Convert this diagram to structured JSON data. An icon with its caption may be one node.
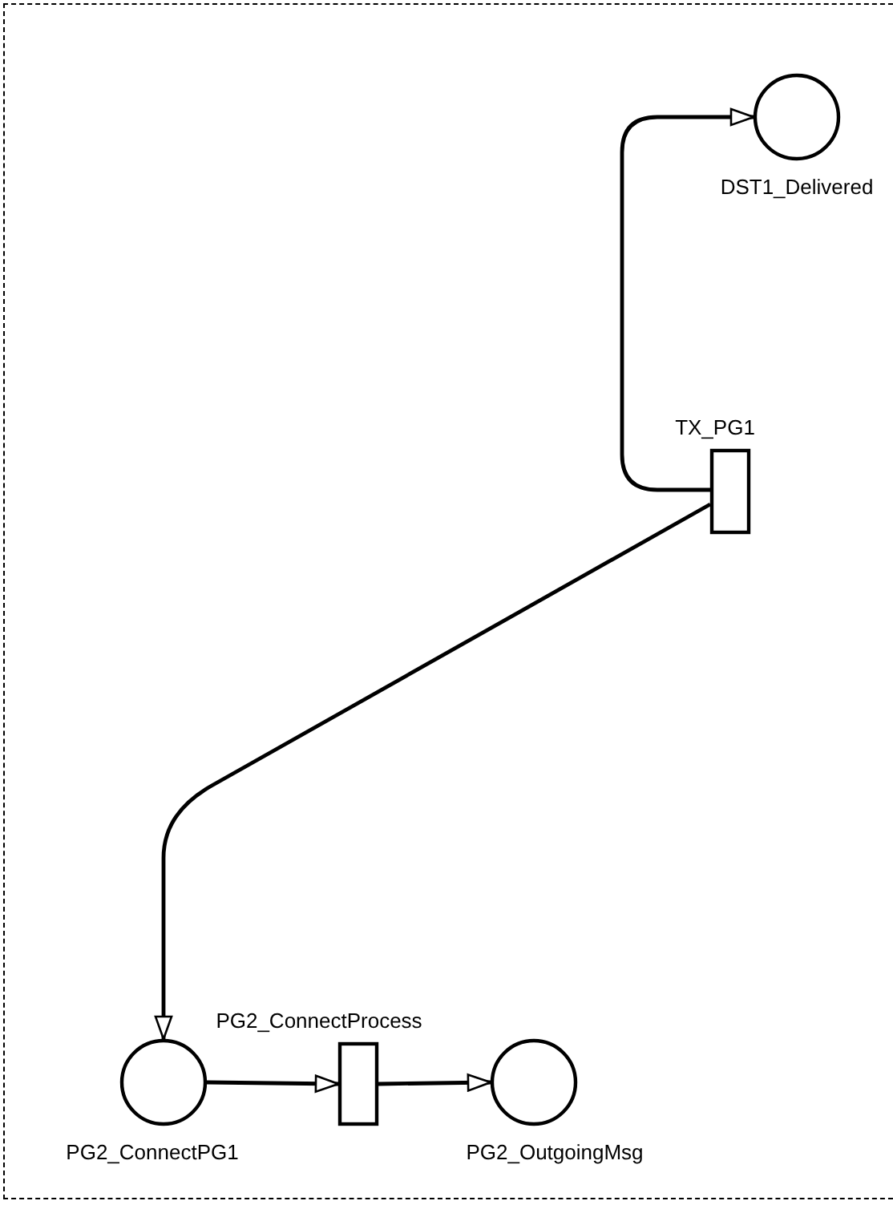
{
  "diagram": {
    "nodes": [
      {
        "text": [
          "DST1_Delivered"
        ]
      },
      {
        "text": [
          "TX_PG1"
        ]
      },
      {
        "text": [
          "PG2_ConnectPG1"
        ]
      },
      {
        "text": [
          "PG2_ConnectProcess"
        ]
      },
      {
        "text": [
          "PG2_OutgoingMsg"
        ]
      }
    ],
    "edges": [
      {
        "from": 1,
        "to": 0,
        "arrow": "to"
      },
      {
        "from": 1,
        "to": 2,
        "arrow": "to"
      },
      {
        "from": 2,
        "to": 3,
        "arrow": "to"
      },
      {
        "from": 3,
        "to": 4,
        "arrow": "to"
      }
    ]
  }
}
